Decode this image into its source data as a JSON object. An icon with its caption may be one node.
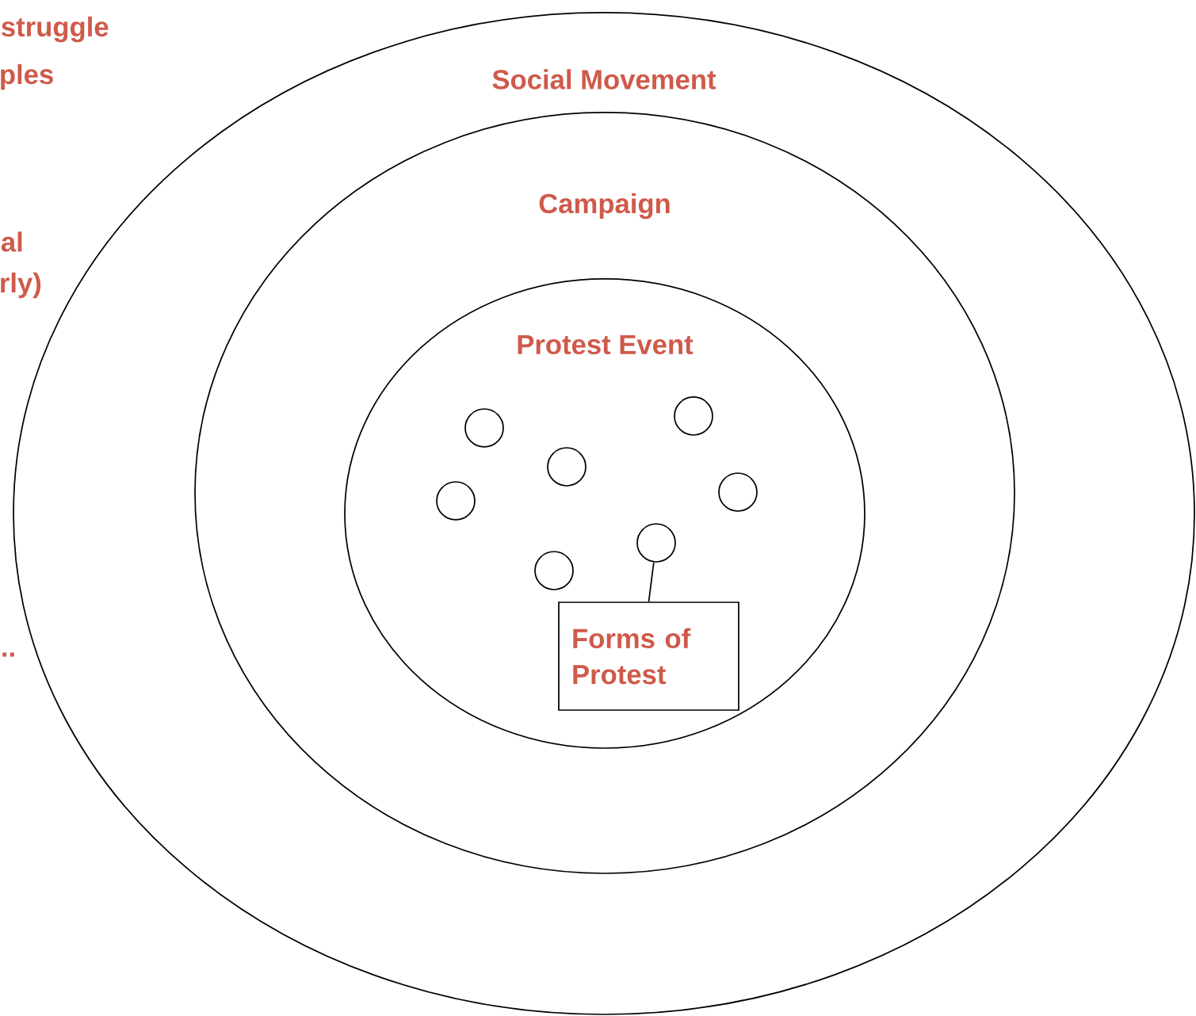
{
  "diagram": {
    "nodes": [
      {
        "text": [
          "Social Movement"
        ]
      },
      {
        "text": [
          "Campaign"
        ],
        "in": 0
      },
      {
        "text": [
          "Protest Event"
        ],
        "in": 1
      },
      {
        "text": [],
        "shape": "circle",
        "in": 2
      },
      {
        "text": [],
        "shape": "circle",
        "in": 2
      },
      {
        "text": [],
        "shape": "circle",
        "in": 2
      },
      {
        "text": [],
        "shape": "circle",
        "in": 2
      },
      {
        "text": [],
        "shape": "circle",
        "in": 2
      },
      {
        "text": [],
        "shape": "circle",
        "in": 2
      },
      {
        "text": [],
        "shape": "circle",
        "in": 2
      },
      {
        "text": [
          "Forms of Protest"
        ],
        "in": 2
      }
    ],
    "edges": [
      {
        "from": 10,
        "to": 7,
        "arrow": "none"
      }
    ],
    "labels": [
      "struggle",
      "ples",
      "al",
      "rly)",
      ".."
    ]
  }
}
